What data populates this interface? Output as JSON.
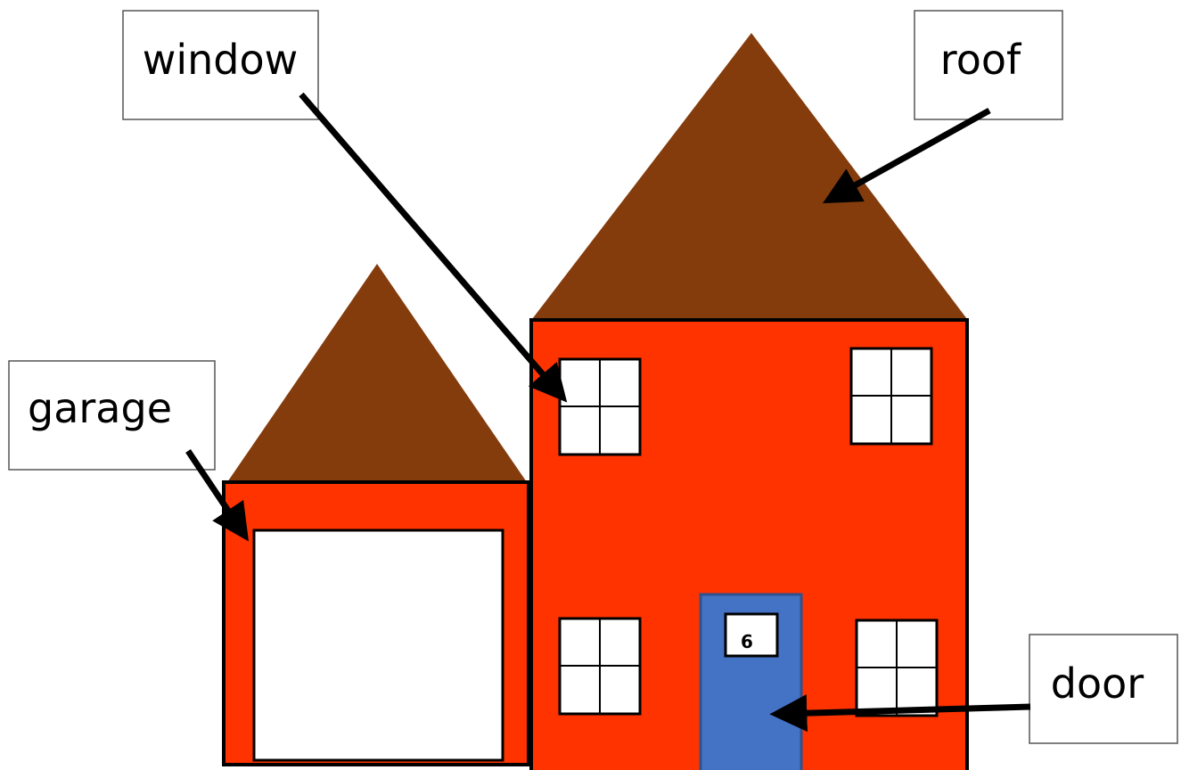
{
  "labels": {
    "window": "window",
    "roof": "roof",
    "garage": "garage",
    "door": "door"
  },
  "house_number": "6",
  "colors": {
    "roof": "#853C0C",
    "wall": "#FF3300",
    "door": "#4472C4",
    "window_pane": "#FFFFFF",
    "outline": "#000000",
    "label_box_border": "#555555"
  }
}
